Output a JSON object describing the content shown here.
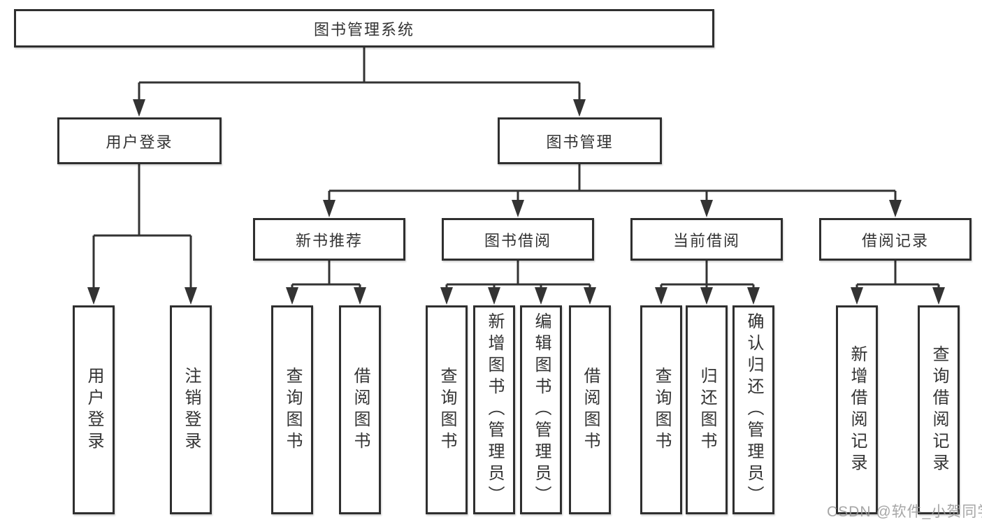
{
  "root": {
    "label": "图书管理系统"
  },
  "branches": [
    {
      "label": "用户登录",
      "children": [
        "用户登录",
        "注销登录"
      ]
    },
    {
      "label": "图书管理",
      "sections": [
        {
          "label": "新书推荐",
          "children": [
            "查询图书",
            "借阅图书"
          ]
        },
        {
          "label": "图书借阅",
          "children": [
            "查询图书",
            "新增图书（管理员）",
            "编辑图书（管理员）",
            "借阅图书"
          ]
        },
        {
          "label": "当前借阅",
          "children": [
            "查询图书",
            "归还图书",
            "确认归还（管理员）"
          ]
        },
        {
          "label": "借阅记录",
          "children": [
            "新增借阅记录",
            "查询借阅记录"
          ]
        }
      ]
    }
  ],
  "watermark": "CSDN @软件_小贺同学",
  "colors": {
    "line": "#333333",
    "text": "#333333",
    "box_background": "#ffffff",
    "watermark": "#969696"
  }
}
